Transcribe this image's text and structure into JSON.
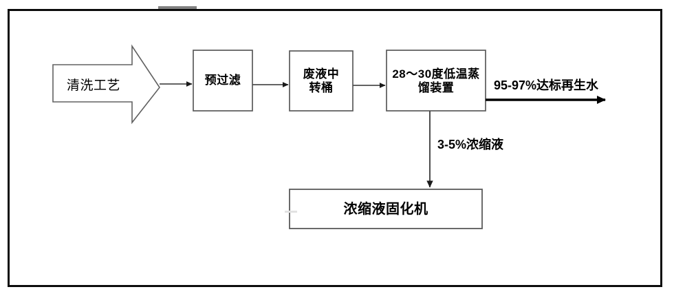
{
  "diagram": {
    "type": "process-flow",
    "title_text": "",
    "nodes": [
      {
        "id": "cleaning-process",
        "shape": "block-arrow",
        "label": "清洗工艺"
      },
      {
        "id": "pre-filter",
        "shape": "rectangle",
        "label": "预过滤"
      },
      {
        "id": "waste-transfer-drum",
        "shape": "rectangle",
        "label": "废液中\n转桶",
        "line1": "废液中",
        "line2": "转桶"
      },
      {
        "id": "low-temp-distiller",
        "shape": "rectangle",
        "label": "28～30度低温蒸馏装置",
        "line1": "28～30度低温蒸",
        "line2": "馏装置"
      },
      {
        "id": "concentrate-solidifier",
        "shape": "rectangle",
        "label": "浓缩液固化机"
      }
    ],
    "edges": [
      {
        "id": "cleaning-to-prefilter",
        "from": "cleaning-process",
        "to": "pre-filter",
        "label": "",
        "style": "thin-arrow"
      },
      {
        "id": "prefilter-to-drum",
        "from": "pre-filter",
        "to": "waste-transfer-drum",
        "label": "",
        "style": "thin-arrow"
      },
      {
        "id": "drum-to-distiller",
        "from": "waste-transfer-drum",
        "to": "low-temp-distiller",
        "label": "",
        "style": "thin-arrow"
      },
      {
        "id": "distiller-to-recycled-water",
        "from": "low-temp-distiller",
        "to": "",
        "label": "95-97%达标再生水",
        "style": "thick-arrow"
      },
      {
        "id": "distiller-to-solidifier",
        "from": "low-temp-distiller",
        "to": "concentrate-solidifier",
        "label": "3-5%浓缩液",
        "style": "thin-arrow-down"
      }
    ],
    "colors": {
      "frame": "#0c0c0c",
      "box_border": "#595959",
      "line": "#404040",
      "thick_line": "#000000",
      "text": "#000000",
      "background": "#ffffff",
      "tab": "#808080"
    }
  }
}
